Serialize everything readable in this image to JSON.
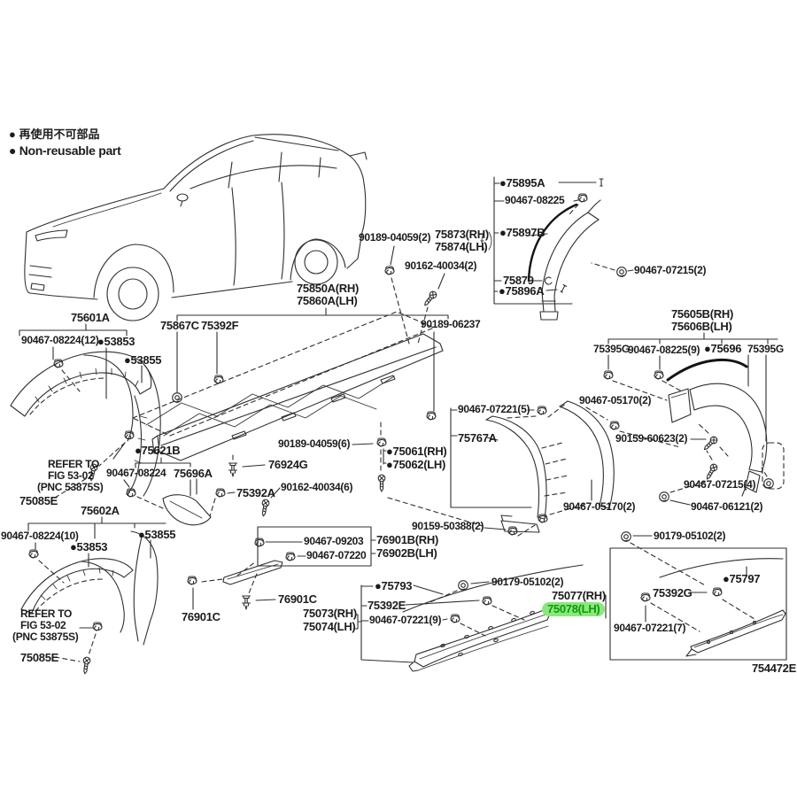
{
  "legend": {
    "jp": "● 再使用不可部品",
    "en": "● Non-reusable part"
  },
  "footer": {
    "diagram_code": "754472E"
  },
  "colors": {
    "highlight_bg": "#8ce77d",
    "highlight_text": "#0b9a0b",
    "line": "#2f2f2f"
  },
  "labels": {
    "p75601A": "75601A",
    "n90467_08224_12": "90467-08224(12)",
    "p53853a": "●53853",
    "p53855a": "●53855",
    "refer1_1": "REFER TO",
    "refer1_2": "FIG 53-02",
    "refer1_3": "(PNC 53875S)",
    "p75085Ea": "75085E",
    "p75602A": "75602A",
    "n90467_08224_10": "90467-08224(10)",
    "p53853b": "●53853",
    "p53855b": "●53855",
    "refer2_1": "REFER TO",
    "refer2_2": "FIG 53-02",
    "refer2_3": "(PNC 53875S)",
    "p75085Eb": "75085E",
    "p75867C": "75867C",
    "p75392F": "75392F",
    "p75850A": "75850A(RH)",
    "p75860A": "75860A(LH)",
    "n90189_06237": "90189-06237",
    "n90189_04059_2": "90189-04059(2)",
    "p75873": "75873(RH)",
    "p75874": "75874(LH)",
    "n90162_40034_2": "90162-40034(2)",
    "p75895A": "●75895A",
    "n90467_08225": "90467-08225",
    "p75897B": "●75897B",
    "p75879": "75879",
    "p75896A": "●75896A",
    "n90467_07215_2": "90467-07215(2)",
    "p75605B": "75605B(RH)",
    "p75606B": "75606B(LH)",
    "p75395Ga": "75395G",
    "n90467_08225_9": "90467-08225(9)",
    "p75696": "●75696",
    "p75395Gb": "75395G",
    "n90467_05170_2a": "90467-05170(2)",
    "n90159_60623_2": "90159-60623(2)",
    "n90467_07215_4": "90467-07215(4)",
    "n90467_06121_2": "90467-06121(2)",
    "n90467_05170_2b": "90467-05170(2)",
    "n90467_07221_5": "90467-07221(5)",
    "p75767A": "75767A",
    "p75061": "●75061(RH)",
    "p75062": "●75062(LH)",
    "n90159_50388_2": "90159-50388(2)",
    "p76901B": "76901B(RH)",
    "p76902B": "76902B(LH)",
    "n90467_09203": "90467-09203",
    "n90467_07220": "90467-07220",
    "p76901Ca": "76901C",
    "p76901Cb": "76901C",
    "p75621B": "●75621B",
    "n90467_08224": "90467-08224",
    "p75696A": "75696A",
    "p75392A": "75392A",
    "p76924G": "76924G",
    "n90189_04059_6": "90189-04059(6)",
    "n90162_40034_6": "90162-40034(6)",
    "p75793": "●75793",
    "p75392E": "75392E",
    "p75073": "75073(RH)",
    "p75074": "75074(LH)",
    "n90467_07221_9": "90467-07221(9)",
    "n90179_05102_2a": "90179-05102(2)",
    "p75077": "75077(RH)",
    "p75078": "75078(LH)",
    "n90179_05102_2b": "90179-05102(2)",
    "p75797": "●75797",
    "p75392G": "75392G",
    "n90467_07221_7": "90467-07221(7)"
  }
}
